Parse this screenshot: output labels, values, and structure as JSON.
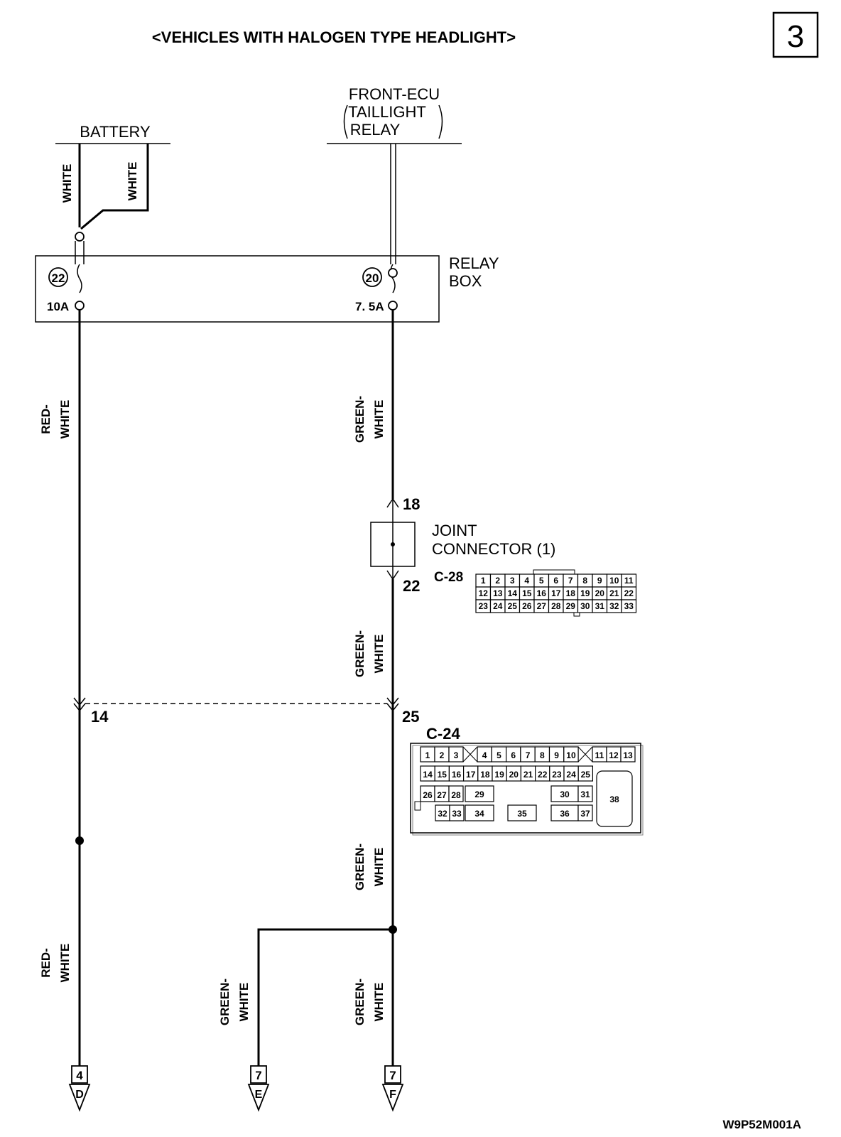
{
  "title": "<VEHICLES WITH HALOGEN TYPE HEADLIGHT>",
  "page_number": "3",
  "figure_code": "W9P52M001A",
  "sources": {
    "battery": "BATTERY",
    "front_ecu": "FRONT-ECU",
    "front_ecu_sub1": "TAILLIGHT",
    "front_ecu_sub2": "RELAY"
  },
  "relay_box": {
    "label_line1": "RELAY",
    "label_line2": "BOX",
    "fuse_left_no": "22",
    "fuse_left_rating": "10A",
    "fuse_right_no": "20",
    "fuse_right_rating": "7. 5A"
  },
  "wire_colors": {
    "white": "WHITE",
    "red": "RED-",
    "green": "GREEN-",
    "white_suffix": "WHITE"
  },
  "joint_connector": {
    "label_line1": "JOINT",
    "label_line2": "CONNECTOR (1)",
    "connector_id": "C-28",
    "pin_in": "18",
    "pin_out": "22",
    "rows": [
      [
        "1",
        "2",
        "3",
        "4",
        "5",
        "6",
        "7",
        "8",
        "9",
        "10",
        "11"
      ],
      [
        "12",
        "13",
        "14",
        "15",
        "16",
        "17",
        "18",
        "19",
        "20",
        "21",
        "22"
      ],
      [
        "23",
        "24",
        "25",
        "26",
        "27",
        "28",
        "29",
        "30",
        "31",
        "32",
        "33"
      ]
    ]
  },
  "c24": {
    "connector_id": "C-24",
    "pin_left": "14",
    "pin_right": "25",
    "row1a": [
      "1",
      "2",
      "3"
    ],
    "row1b": [
      "4",
      "5",
      "6",
      "7",
      "8",
      "9",
      "10"
    ],
    "row1c": [
      "11",
      "12",
      "13"
    ],
    "row2": [
      "14",
      "15",
      "16",
      "17",
      "18",
      "19",
      "20",
      "21",
      "22",
      "23",
      "24",
      "25"
    ],
    "row3a": [
      "26",
      "27",
      "28"
    ],
    "pin29": "29",
    "pin30": "30",
    "pin31": "31",
    "pin32": "32",
    "pin33": "33",
    "pin34": "34",
    "pin35": "35",
    "pin36": "36",
    "pin37": "37",
    "pin38": "38"
  },
  "terminals": [
    {
      "number": "4",
      "letter": "D"
    },
    {
      "number": "7",
      "letter": "E"
    },
    {
      "number": "7",
      "letter": "F"
    }
  ]
}
